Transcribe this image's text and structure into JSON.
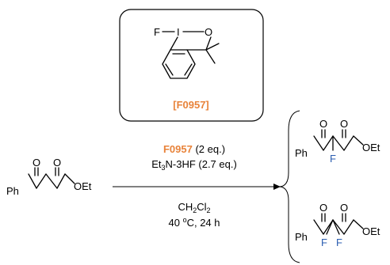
{
  "reagent_box": {
    "atoms": {
      "F": "F",
      "I": "I",
      "O": "O"
    },
    "code": "[F0957]"
  },
  "substrate": {
    "O1": "O",
    "O2": "O",
    "Ph": "Ph",
    "OEt": "OEt"
  },
  "conditions": {
    "reagent_code": "F0957",
    "reagent_amount": " (2 eq.)",
    "additive_prefix": "Et",
    "additive_sub": "3",
    "additive_rest": "N-3HF (2.7 eq.)",
    "solvent_prefix": "CH",
    "solvent_sub1": "2",
    "solvent_mid": "Cl",
    "solvent_sub2": "2",
    "temp_value": "40 ",
    "temp_degree": "o",
    "temp_rest": "C, 24 h"
  },
  "product_mono": {
    "O1": "O",
    "O2": "O",
    "Ph": "Ph",
    "OEt": "OEt",
    "F": "F"
  },
  "product_di": {
    "O1": "O",
    "O2": "O",
    "Ph": "Ph",
    "OEt": "OEt",
    "F1": "F",
    "F2": "F"
  },
  "colors": {
    "reagent_highlight": "#e8833a",
    "fluorine_blue": "#2a5db0"
  }
}
